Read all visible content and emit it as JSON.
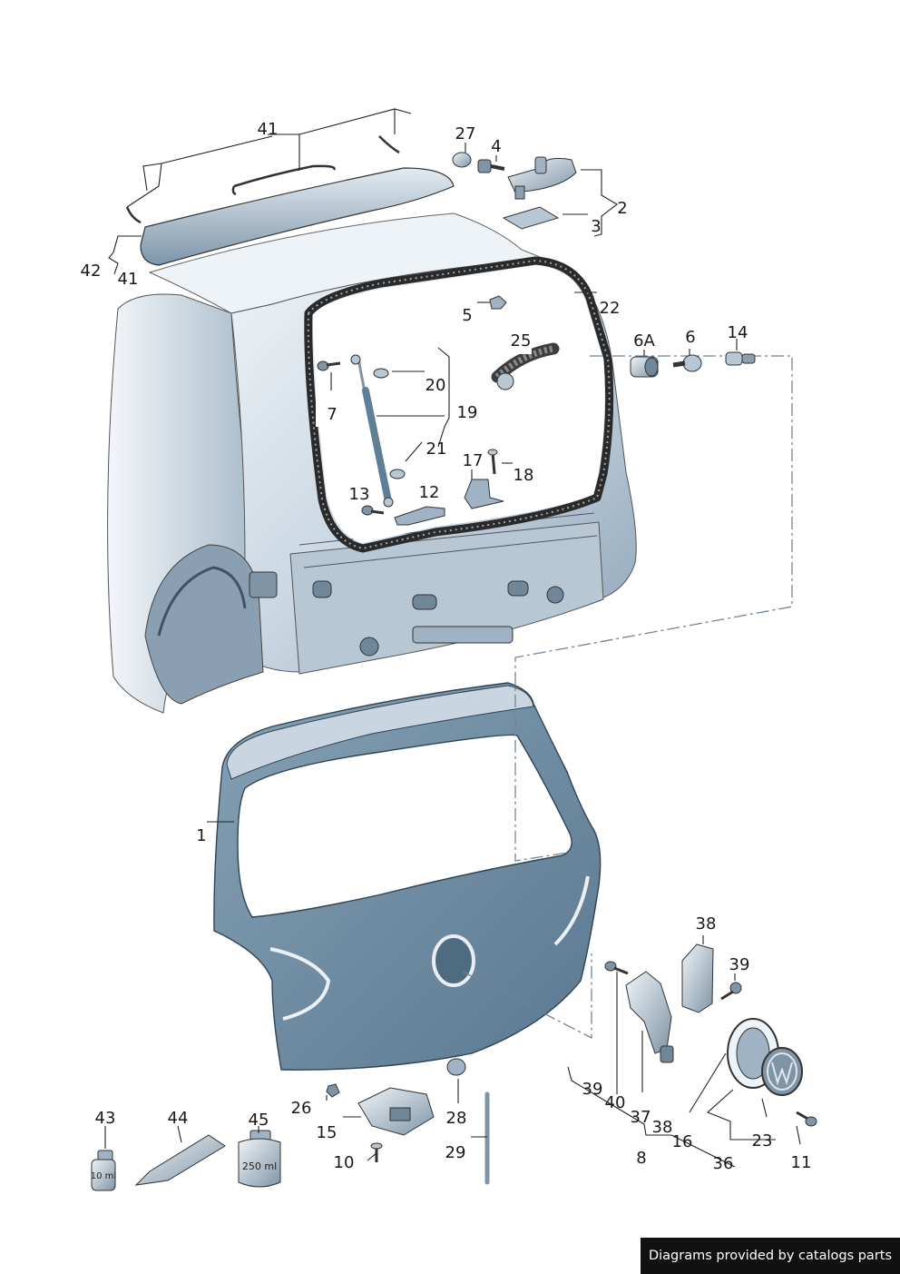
{
  "diagram": {
    "callouts": {
      "c41a": "41",
      "c27": "27",
      "c4": "4",
      "c2": "2",
      "c3": "3",
      "c42": "42",
      "c41b": "41",
      "c5": "5",
      "c22": "22",
      "c25": "25",
      "c6A": "6A",
      "c6": "6",
      "c14": "14",
      "c20": "20",
      "c7": "7",
      "c19": "19",
      "c21": "21",
      "c17": "17",
      "c18": "18",
      "c13": "13",
      "c12": "12",
      "c1": "1",
      "c38a": "38",
      "c39a": "39",
      "c26": "26",
      "c28": "28",
      "c15": "15",
      "c10": "10",
      "c29": "29",
      "c39b": "39",
      "c40": "40",
      "c37": "37",
      "c38b": "38",
      "c16": "16",
      "c8": "8",
      "c36": "36",
      "c23": "23",
      "c11": "11",
      "c43": "43",
      "c44": "44",
      "c45": "45"
    },
    "product_labels": {
      "vial": "10 ml",
      "can": "250 ml"
    }
  },
  "watermark": "Diagrams provided by catalogs parts",
  "colors": {
    "panel_light": "#dde6ee",
    "panel_mid": "#9fb3c4",
    "panel_dark": "#5f7f96",
    "tailgate": "#6f8ea5",
    "seal": "#2a2a2a",
    "ink": "#1a1a1a"
  }
}
